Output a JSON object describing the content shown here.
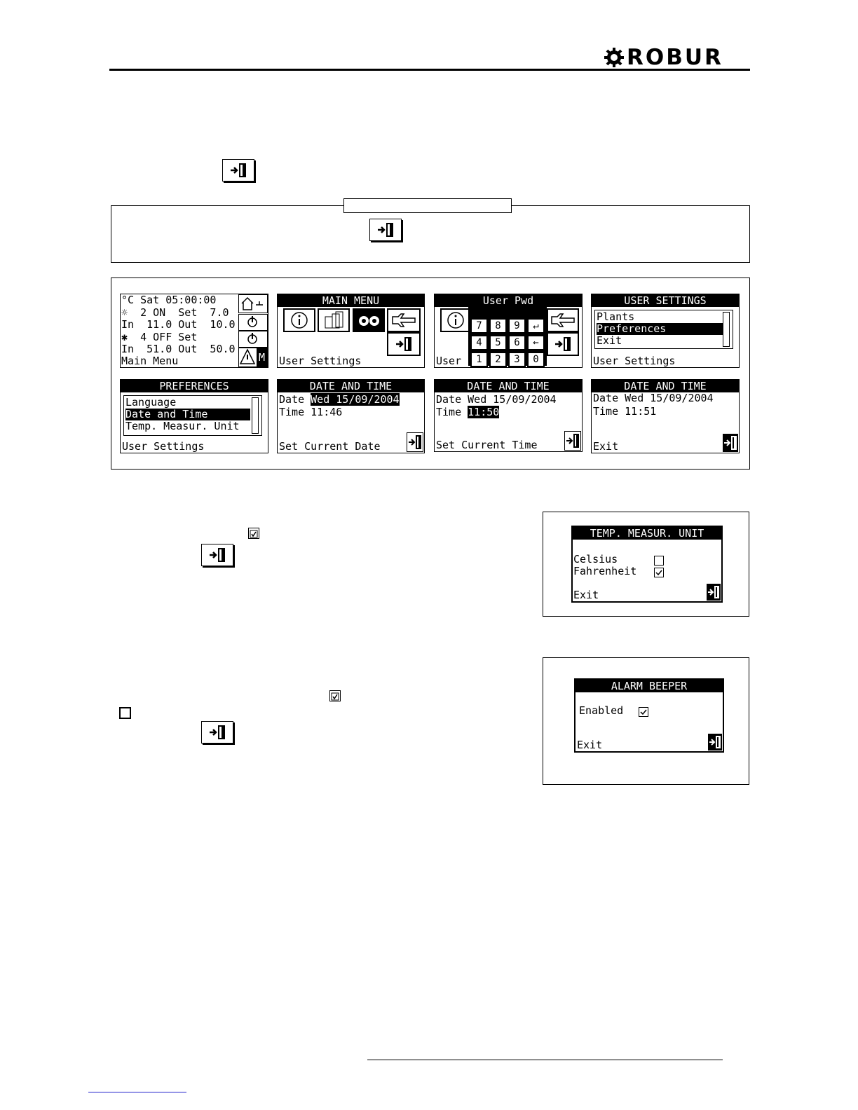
{
  "brand": {
    "logo_text": "ROBUR"
  },
  "screens": {
    "home": {
      "row1": "°C Sat 05:00:00",
      "row2": "☼  2 ON  Set  7.0",
      "row3": "In  11.0 Out  10.0",
      "row4": "✱  4 OFF Set",
      "row5": "In  51.0 Out  50.0",
      "bottom": "Main Menu",
      "m_label": "M"
    },
    "main_menu": {
      "title": "MAIN MENU",
      "bottom": "User Settings"
    },
    "user_pwd": {
      "title": "User Pwd",
      "bottom": "User",
      "keys_row1": [
        "7",
        "8",
        "9",
        "↵"
      ],
      "keys_row2": [
        "4",
        "5",
        "6",
        "←"
      ],
      "keys_row3": [
        "1",
        "2",
        "3",
        "0"
      ]
    },
    "user_settings": {
      "title": "USER SETTINGS",
      "item1": "Plants",
      "item2": "Preferences",
      "item3": "Exit",
      "bottom": "User Settings"
    },
    "preferences": {
      "title": "PREFERENCES",
      "item1": "Language",
      "item2": "Date and Time",
      "item3": "Temp. Measur. Unit",
      "bottom": "User Settings"
    },
    "date_time_1": {
      "title": "DATE AND TIME",
      "date_label": "Date ",
      "date_value": "Wed 15/09/2004",
      "time_line": "Time 11:46",
      "bottom": "Set Current Date"
    },
    "date_time_2": {
      "title": "DATE AND TIME",
      "date_line": "Date Wed 15/09/2004",
      "time_label": "Time ",
      "time_value": "11:50",
      "bottom": "Set Current Time"
    },
    "date_time_3": {
      "title": "DATE AND TIME",
      "date_line": "Date Wed 15/09/2004",
      "time_line": "Time 11:51",
      "bottom": "Exit"
    },
    "temp_unit": {
      "title": "TEMP. MEASUR. UNIT",
      "celsius": "Celsius",
      "fahrenheit": "Fahrenheit",
      "bottom": "Exit"
    },
    "alarm_beeper": {
      "title": "ALARM BEEPER",
      "enabled": "Enabled",
      "bottom": "Exit"
    }
  }
}
